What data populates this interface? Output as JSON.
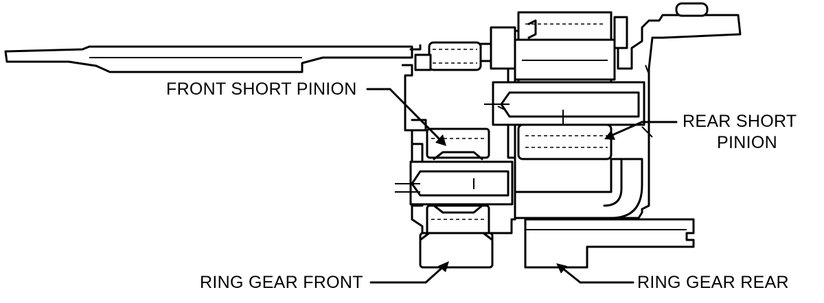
{
  "labels": {
    "front_short_pinion": "FRONT SHORT PINION",
    "rear_short_pinion_line1": "REAR SHORT",
    "rear_short_pinion_line2": "PINION",
    "ring_gear_front": "RING GEAR FRONT",
    "ring_gear_rear": "RING GEAR REAR"
  },
  "colors": {
    "ink": "#000000",
    "paper": "#ffffff"
  }
}
